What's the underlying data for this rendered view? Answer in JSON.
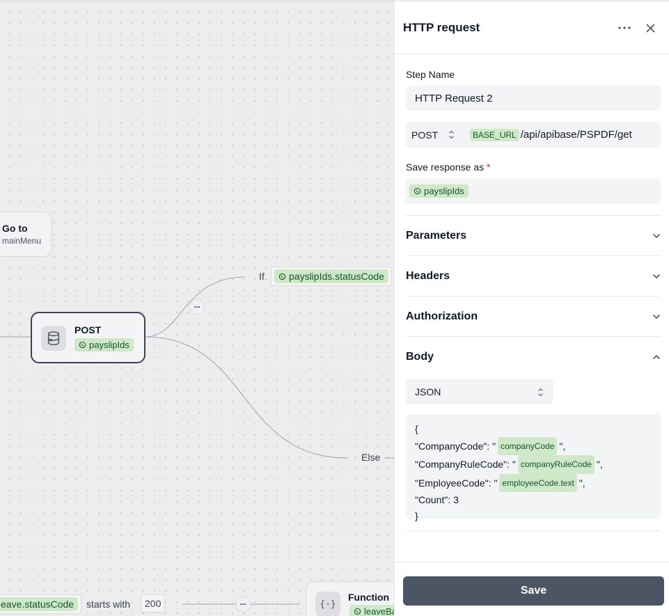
{
  "canvas": {
    "goto_node": {
      "title": "Go to",
      "subtitle": "mainMenu"
    },
    "post_node": {
      "title": "POST",
      "variable": "payslipIds"
    },
    "if_edge": {
      "label": "If",
      "condition": "payslipIds.statusCode"
    },
    "else_edge": {
      "label": "Else"
    },
    "bottom_condition": {
      "variable": "eave.statusCode",
      "operator": "starts with",
      "value": "200"
    },
    "function_node": {
      "title": "Function",
      "variable": "leaveBa"
    },
    "icons": {
      "goto": "none",
      "post": "database-icon",
      "function": "braces-icon",
      "variable": "whatsapp-icon"
    }
  },
  "panel": {
    "title": "HTTP request",
    "step_name_label": "Step Name",
    "step_name_value": "HTTP Request 2",
    "method": "POST",
    "url_variable": "BASE_URL",
    "url_path": "/api/apibase/PSPDF/get",
    "save_response_label": "Save response as",
    "required_marker": "*",
    "save_response_variable": "payslipIds",
    "sections": {
      "parameters": "Parameters",
      "headers": "Headers",
      "authorization": "Authorization",
      "body": "Body"
    },
    "body_type": "JSON",
    "json": {
      "open": "{",
      "line1_key": "\"CompanyCode\": \"",
      "line1_var": "companyCode",
      "line1_end": "\",",
      "line2_key": "\"CompanyRuleCode\": \"",
      "line2_var": "companyRuleCode",
      "line2_end": "\",",
      "line3_key": "\"EmployeeCode\": \"",
      "line3_var": "employeeCode.text",
      "line3_end": "\",",
      "line4": "\"Count\": 3",
      "close": "}"
    },
    "save_label": "Save"
  },
  "colors": {
    "variable_pill_bg": "#cfe8c8",
    "variable_pill_text": "#14532d",
    "save_button": "#4b5563",
    "required": "#dc2626",
    "selected_node_border": "#374151"
  }
}
